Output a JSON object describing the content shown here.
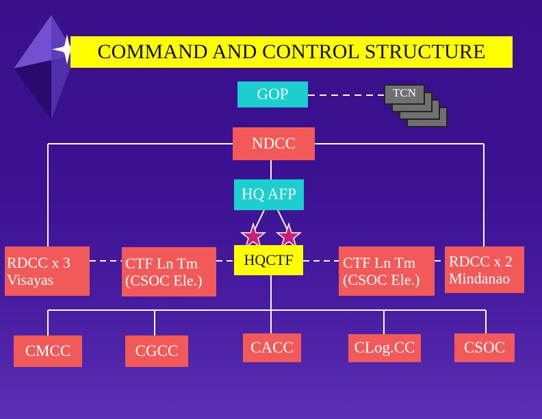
{
  "title": "COMMAND AND CONTROL STRUCTURE",
  "nodes": {
    "gop": "GOP",
    "tcn": [
      "TCN",
      "TCN",
      "TCN",
      "TCN"
    ],
    "ndcc": "NDCC",
    "hqafp": "HQ AFP",
    "hqctf": "HQCTF",
    "rdcc_visayas": "RDCC x 3\nVisayas",
    "ctf_left": "CTF Ln Tm\n(CSOC Ele.)",
    "ctf_right": "CTF Ln Tm\n(CSOC Ele.)",
    "rdcc_mindanao": "RDCC x 2\nMindanao",
    "cmcc": "CMCC",
    "cgcc": "CGCC",
    "cacc": "CACC",
    "clogcc": "CLog.CC",
    "csoc": "CSOC"
  },
  "colors": {
    "background": "#3c1192",
    "title": "#ffff00",
    "gop": "#1ccfcf",
    "hqafp": "#1ccfcf",
    "hqctf": "#ffff00",
    "node": "#f25a5a",
    "tcn": "#707070",
    "line": "#ffffff",
    "star": "#c8207a"
  }
}
